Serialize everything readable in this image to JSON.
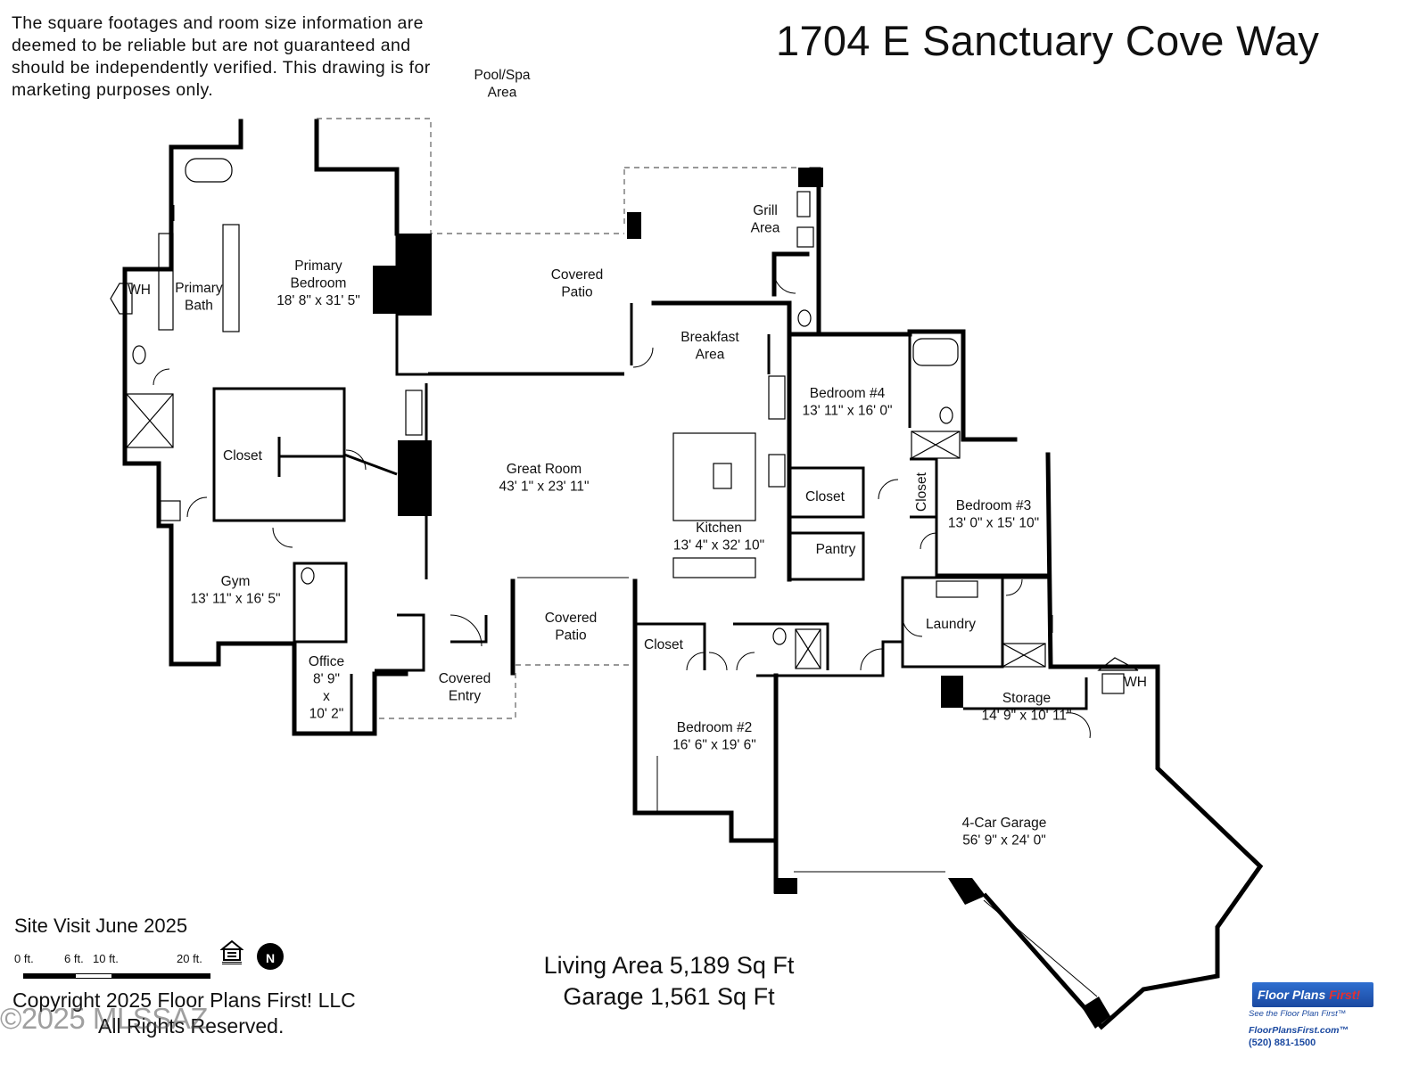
{
  "disclaimer": "The square footages and room size information are deemed to be reliable but are not guaranteed and should be independently verified. This drawing is for marketing purposes only.",
  "title": "1704 E Sanctuary Cove Way",
  "rooms": {
    "pool_spa": "Pool/Spa\nArea",
    "grill": "Grill\nArea",
    "covered_patio_north": "Covered\nPatio",
    "primary_bedroom": "Primary\nBedroom\n18' 8\" x 31' 5\"",
    "primary_bath": "Primary\nBath",
    "closet_primary": "Closet",
    "breakfast": "Breakfast\nArea",
    "bedroom4": "Bedroom #4\n13' 11\" x 16' 0\"",
    "great_room": "Great Room\n43' 1\" x 23' 11\"",
    "closet_bed4": "Closet",
    "closet_bed3": "Closet",
    "bedroom3": "Bedroom #3\n13' 0\" x 15' 10\"",
    "kitchen": "Kitchen\n13' 4\" x 32' 10\"",
    "pantry": "Pantry",
    "gym": "Gym\n13' 11\" x 16' 5\"",
    "covered_patio_south": "Covered\nPatio",
    "closet_bed2": "Closet",
    "laundry": "Laundry",
    "office": "Office\n8' 9\"\nx\n10' 2\"",
    "covered_entry": "Covered\nEntry",
    "storage": "Storage\n14' 9\" x 10' 11\"",
    "bedroom2": "Bedroom #2\n16' 6\" x 19' 6\"",
    "garage": "4-Car Garage\n56' 9\" x 24' 0\""
  },
  "fixtures": {
    "water_heater": "WH"
  },
  "site_visit": "Site Visit June 2025",
  "scale": {
    "labels": [
      "0 ft.",
      "6 ft.",
      "10 ft.",
      "20 ft."
    ]
  },
  "icons": {
    "housing": "equal-housing-opportunity-icon",
    "north": "north-arrow-icon",
    "north_letter": "N"
  },
  "area": {
    "living": "Living Area 5,189 Sq Ft",
    "garage": "Garage 1,561 Sq Ft"
  },
  "copyright": {
    "line1": "Copyright 2025 Floor Plans First! LLC",
    "line2": "All Rights Reserved."
  },
  "watermark": "©2025 MLSSAZ",
  "brand": {
    "name": "Floor Plans ",
    "emph": "First!",
    "tagline": "See the Floor Plan First™",
    "website": "FloorPlansFirst.com™",
    "phone": "(520) 881-1500"
  }
}
